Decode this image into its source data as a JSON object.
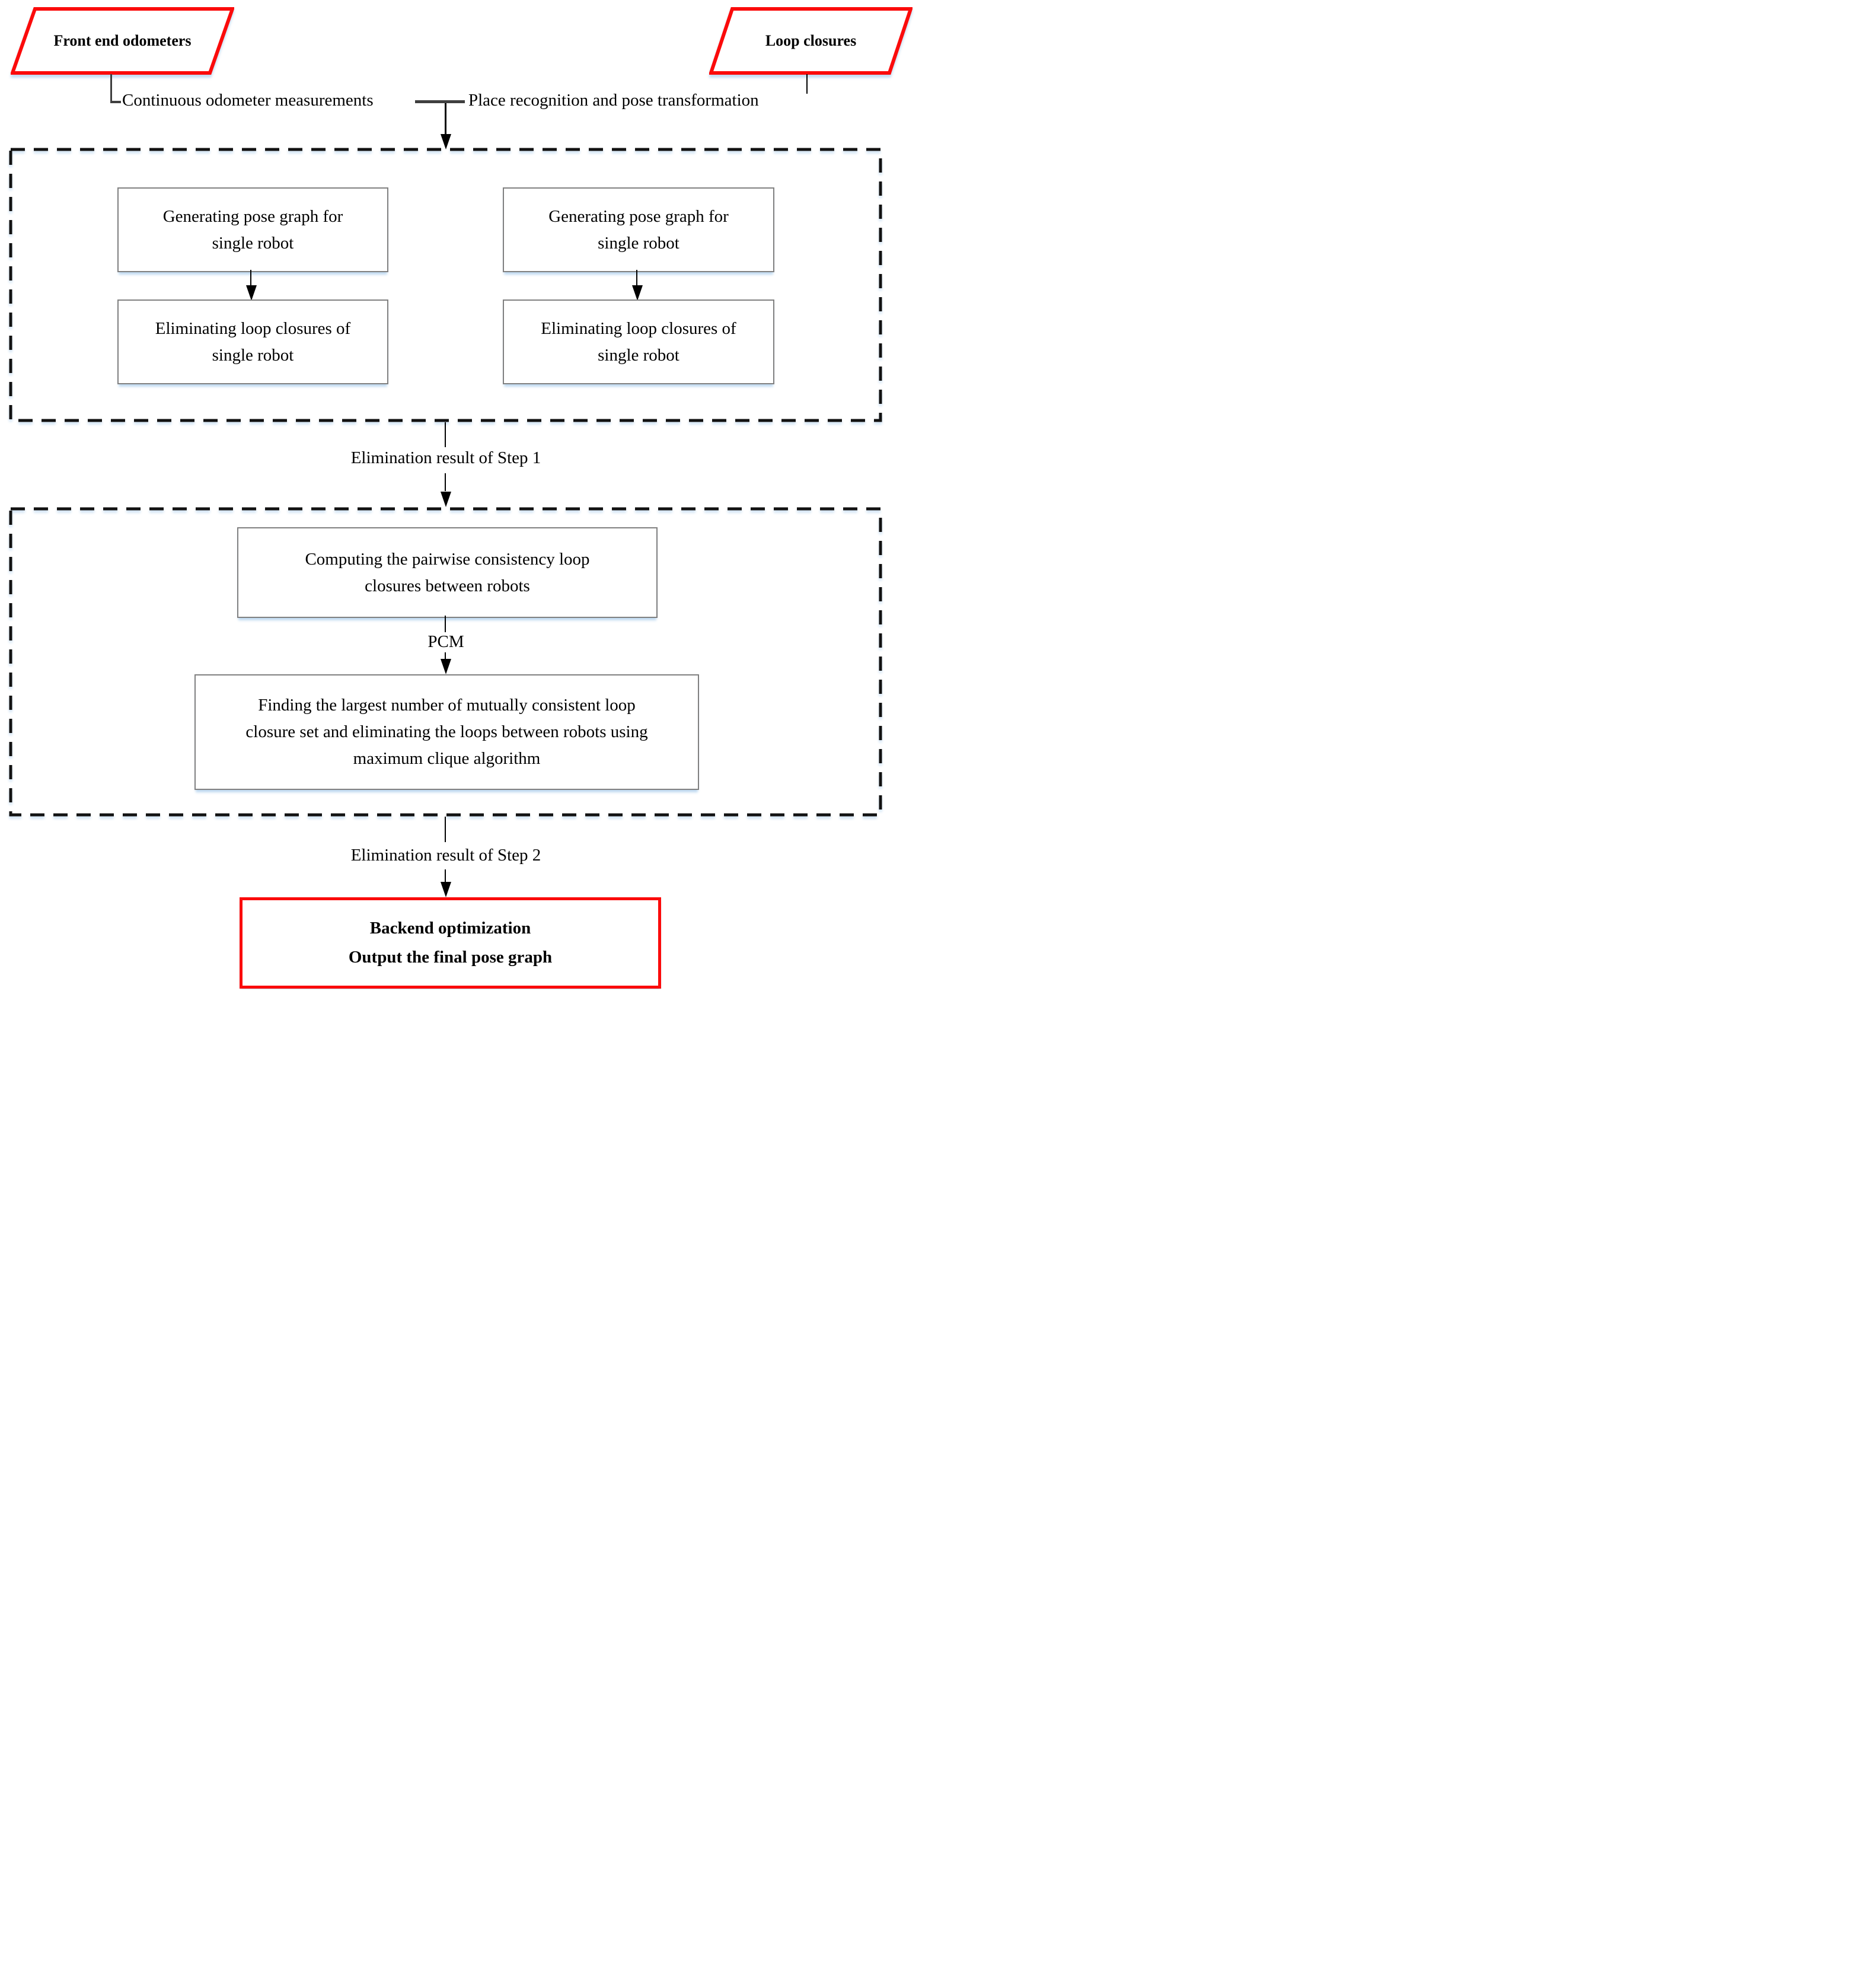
{
  "colors": {
    "accent_red": "#fb0b0b",
    "process_border_gray": "#808080",
    "connector_black": "#000000",
    "shadow_blue": "#b9d6f0"
  },
  "inputs": {
    "front_end_odometers": "Front end odometers",
    "loop_closures": "Loop closures"
  },
  "edge_labels": {
    "continuous_odometer": "Continuous odometer measurements",
    "place_recognition": "Place recognition and pose transformation",
    "step1_result": "Elimination result of Step 1",
    "pcm": "PCM",
    "step2_result": "Elimination result of Step 2"
  },
  "step1_boxes": {
    "left_generate": "Generating pose graph for\nsingle robot",
    "left_eliminate": "Eliminating loop closures of\nsingle robot",
    "right_generate": "Generating pose graph for\nsingle robot",
    "right_eliminate": "Eliminating loop closures of\nsingle robot"
  },
  "step2_boxes": {
    "computing": "Computing the pairwise consistency loop\nclosures between robots",
    "finding": "Finding the largest number of mutually consistent loop\nclosure set and eliminating the loops between robots using\nmaximum clique algorithm"
  },
  "output_box": "Backend optimization\nOutput the final pose graph"
}
